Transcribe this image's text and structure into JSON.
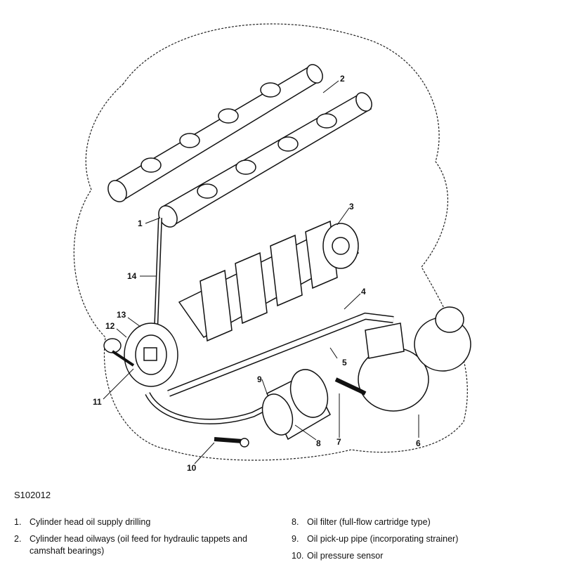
{
  "figure": {
    "reference": "S102012",
    "callouts": [
      "1",
      "2",
      "3",
      "4",
      "5",
      "6",
      "7",
      "8",
      "9",
      "10",
      "11",
      "12",
      "13",
      "14"
    ]
  },
  "legend": {
    "left": [
      {
        "num": "1.",
        "text": "Cylinder head oil supply drilling"
      },
      {
        "num": "2.",
        "text": "Cylinder head oilways (oil feed for hydraulic tappets and camshaft bearings)"
      }
    ],
    "right": [
      {
        "num": "8.",
        "text": "Oil filter (full-flow cartridge type)"
      },
      {
        "num": "9.",
        "text": "Oil pick-up pipe (incorporating strainer)"
      },
      {
        "num": "10.",
        "text": "Oil pressure sensor"
      }
    ]
  }
}
